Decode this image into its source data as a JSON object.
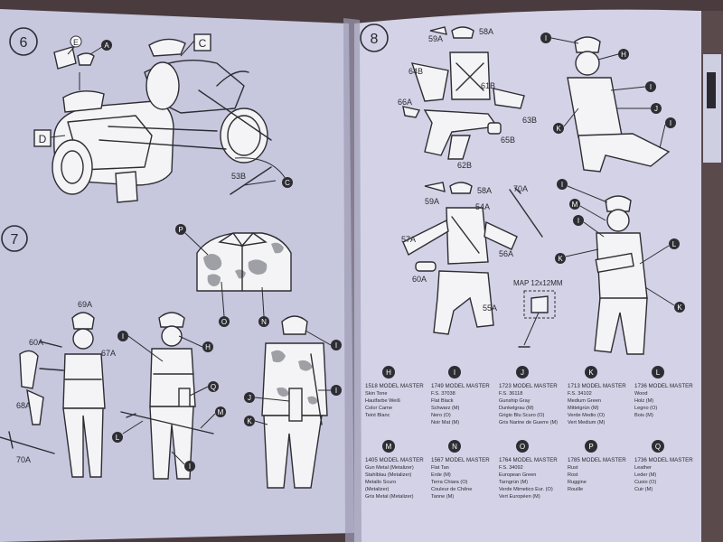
{
  "steps": {
    "s6": "6",
    "s7": "7",
    "s8": "8"
  },
  "step6_labels": {
    "E": "E",
    "A": "A",
    "C": "C",
    "D": "D",
    "c": "C",
    "p53": "53B"
  },
  "step7_labels": {
    "P": "P",
    "O": "O",
    "N": "N",
    "p69": "69A",
    "p60": "60A",
    "p67": "67A",
    "p68": "68A",
    "p70": "70A",
    "I1": "I",
    "H": "H",
    "Q": "Q",
    "M": "M",
    "L": "L",
    "I2": "I",
    "I3": "I",
    "J": "J",
    "I4": "I",
    "K": "K"
  },
  "step8_labels": {
    "p59a": "59A",
    "p58a": "58A",
    "p64": "64B",
    "p61": "61B",
    "p66": "66A",
    "p65": "65B",
    "p62": "62B",
    "p63": "63B",
    "I1": "I",
    "H": "H",
    "I2": "I",
    "J": "J",
    "I3": "I",
    "K": "K",
    "p59b": "59A",
    "p58b": "58A",
    "p70": "70A",
    "p54": "54A",
    "p57": "57A",
    "p56": "56A",
    "p60": "60A",
    "p55": "55A",
    "map": "MAP 12x12MM",
    "I4": "I",
    "M": "M",
    "I5": "I",
    "K2": "K",
    "L": "L",
    "K3": "K"
  },
  "paints": [
    {
      "code": "H",
      "lines": [
        "1518 MODEL MASTER",
        "Skin Tone",
        "Hautfarbe Weiß",
        "Color Carne",
        "Teint Blanc"
      ]
    },
    {
      "code": "I",
      "lines": [
        "1749 MODEL MASTER",
        "F.S. 37038",
        "Flat Black",
        "Schwarz (M)",
        "Nero (O)",
        "Noir Mat (M)"
      ]
    },
    {
      "code": "J",
      "lines": [
        "1723 MODEL MASTER",
        "F.S. 36118",
        "Gunship Gray",
        "Dunkelgrau (M)",
        "Grigio Blu Scuro (O)",
        "Gris Narine de Guerre (M)"
      ]
    },
    {
      "code": "K",
      "lines": [
        "1713 MODEL MASTER",
        "F.S. 34102",
        "Medium Green",
        "Mittelgrün (M)",
        "Verde Medio (O)",
        "Vert Medium (M)"
      ]
    },
    {
      "code": "L",
      "lines": [
        "1736 MODEL MASTER",
        "Wood",
        "Holz (M)",
        "Legno (O)",
        "Bois (M)"
      ]
    },
    {
      "code": "M",
      "lines": [
        "1405 MODEL MASTER",
        "Gun Metal (Metalizer)",
        "Stahlblau (Metalizer)",
        "Metallo Scuro",
        "(Metalizer)",
        "Gris Metal (Metalizer)"
      ]
    },
    {
      "code": "N",
      "lines": [
        "1567 MODEL MASTER",
        "Flat Tan",
        "Erde (M)",
        "Terra Chiara (O)",
        "Couleur de Chêne",
        "Tanne (M)"
      ]
    },
    {
      "code": "O",
      "lines": [
        "1764 MODEL MASTER",
        "F.S. 34092",
        "European Green",
        "Tarngrün (M)",
        "Verde Mimetico Eur. (O)",
        "Vert Européen (M)"
      ]
    },
    {
      "code": "P",
      "lines": [
        "1785 MODEL MASTER",
        "Rust",
        "Rost",
        "Ruggine",
        "Rouille"
      ]
    },
    {
      "code": "Q",
      "lines": [
        "1736 MODEL MASTER",
        "Leather",
        "Leder (M)",
        "Cuoio (O)",
        "Cuir (M)"
      ]
    }
  ]
}
